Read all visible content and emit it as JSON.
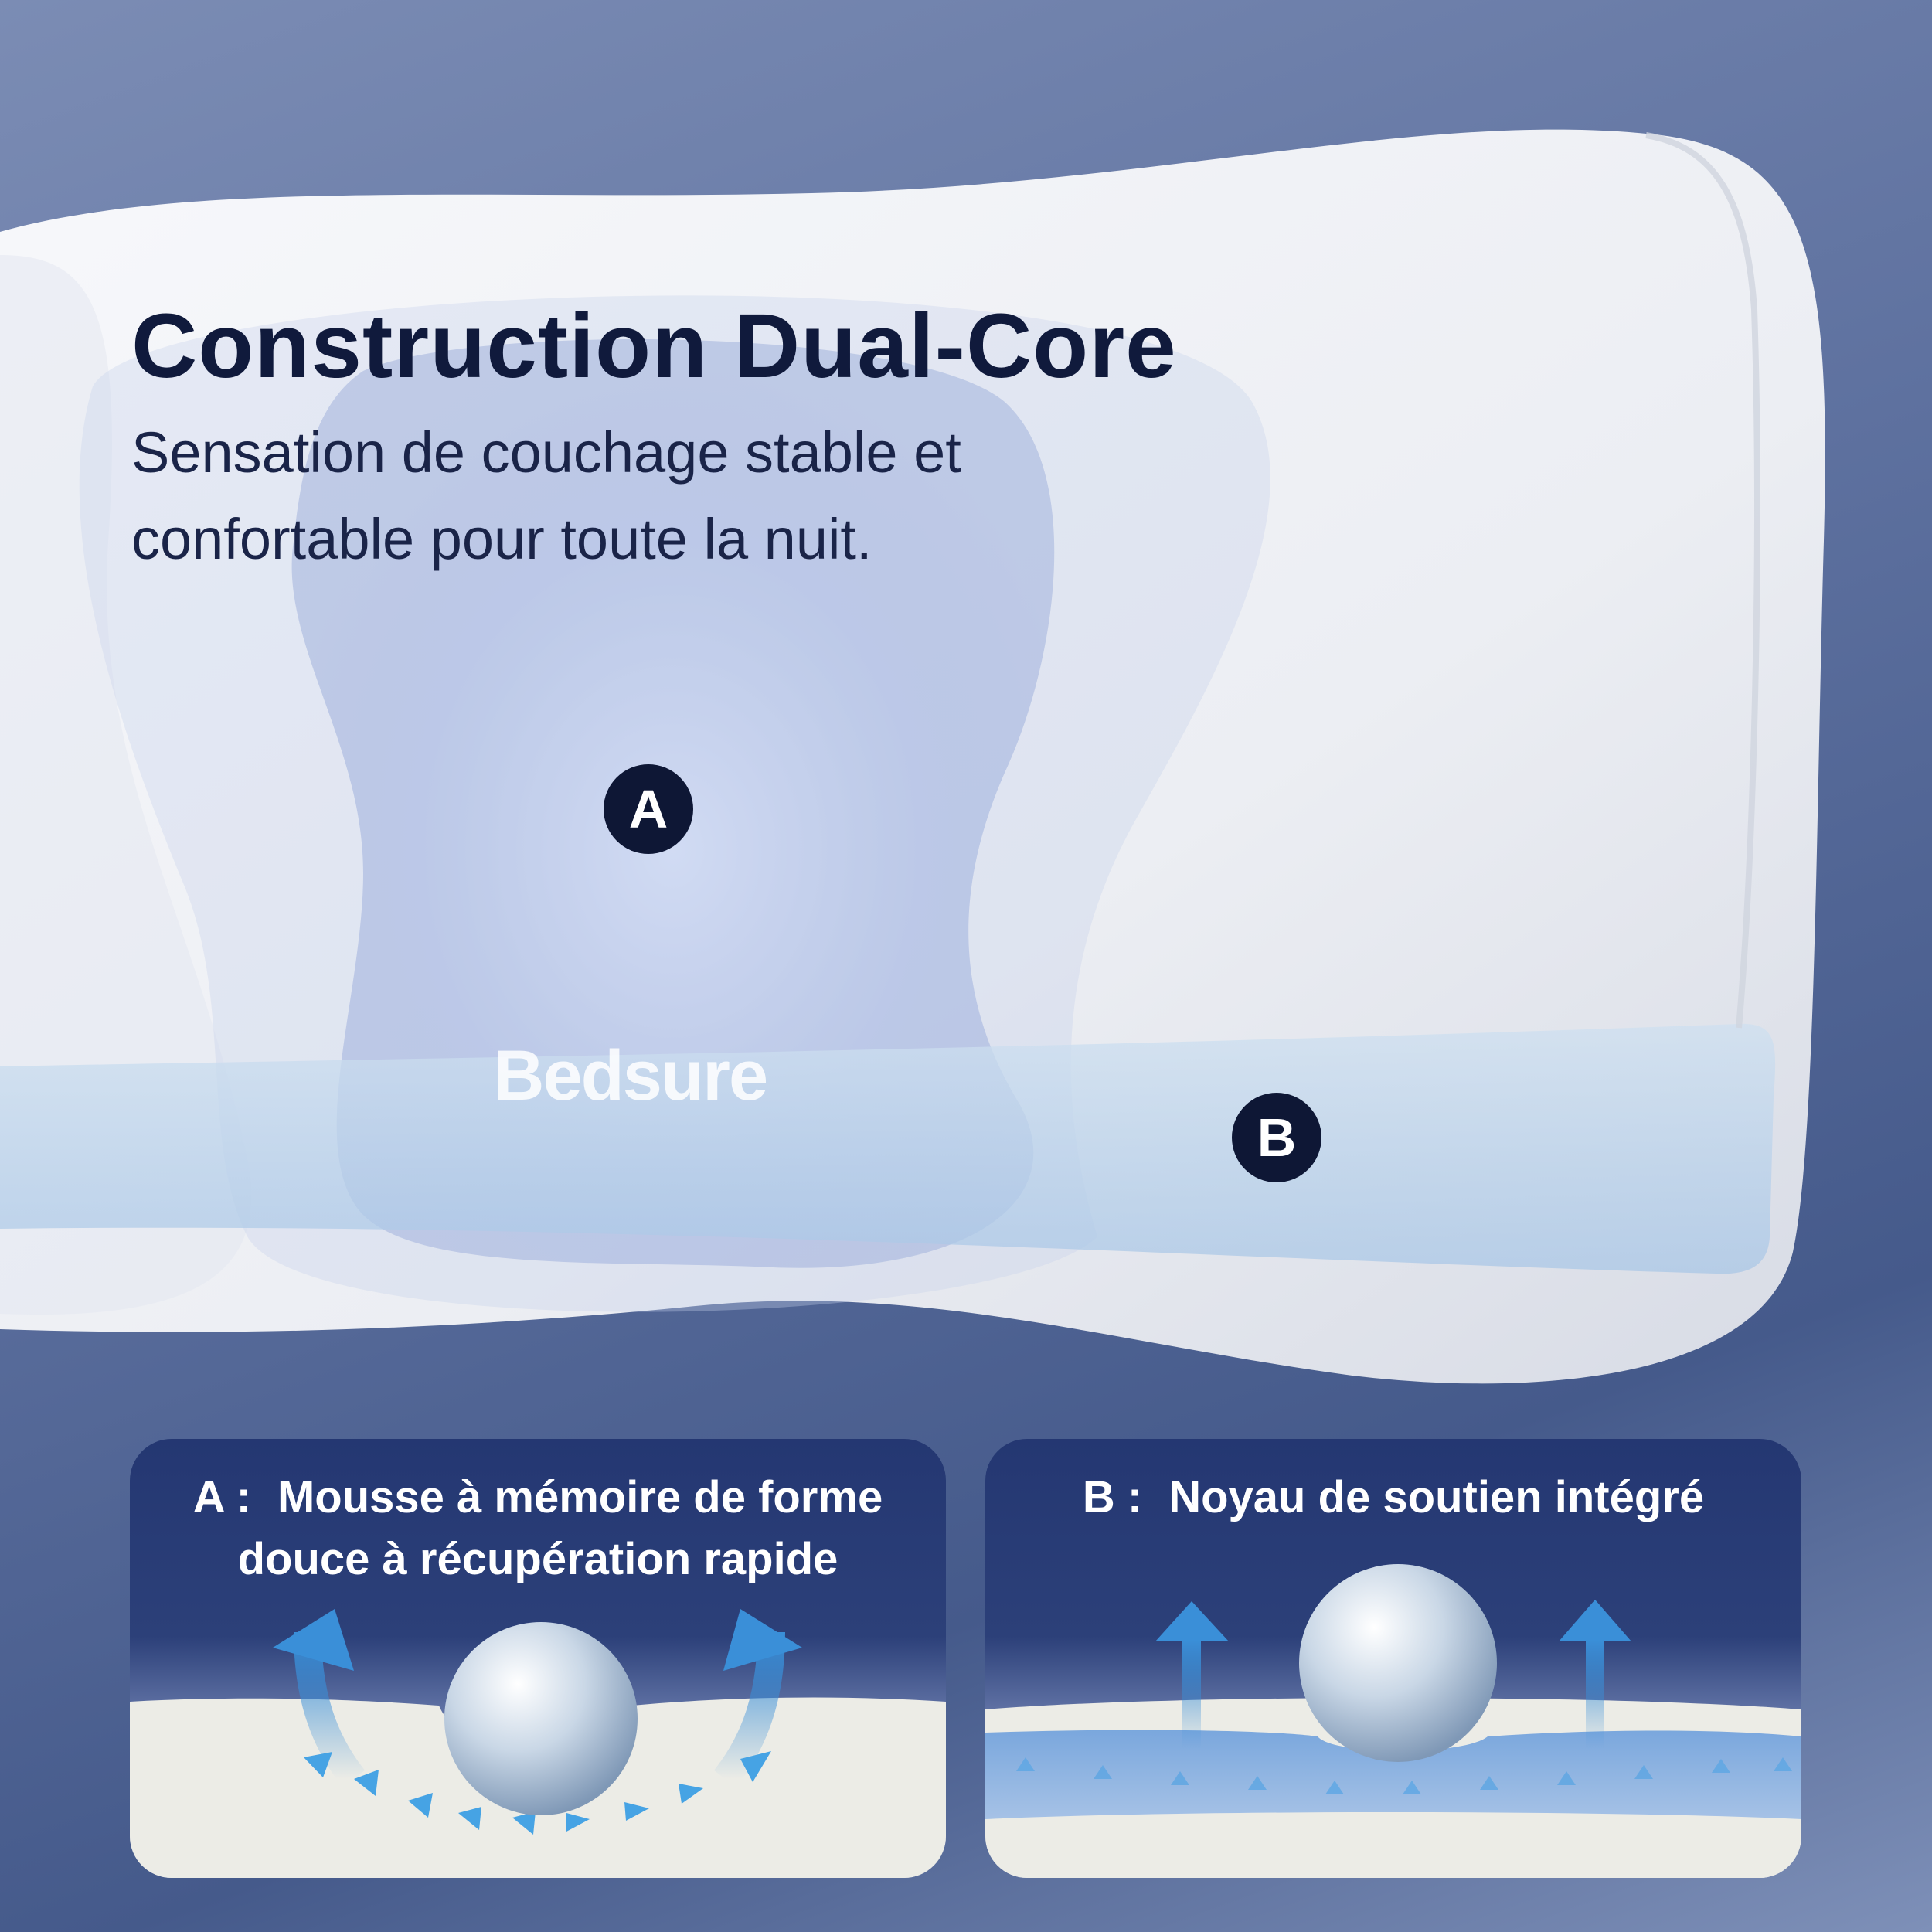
{
  "headline": "Construction Dual-Core",
  "subline_1": "Sensation de couchage stable et",
  "subline_2": "confortable pour toute la nuit.",
  "markers": {
    "a": "A",
    "b": "B"
  },
  "brand": "Bedsure",
  "panel_a": {
    "tag": "A :",
    "line_1": "Mousse à mémoire de forme",
    "line_2": "douce à récupération rapide"
  },
  "panel_b": {
    "tag": "B :",
    "line_1": "Noyau de soutien intégré"
  },
  "colors": {
    "navy": "#0e1735",
    "panel_top": "#243772",
    "arrow_blue": "#3a8fd8",
    "background": "#5f72a0"
  }
}
